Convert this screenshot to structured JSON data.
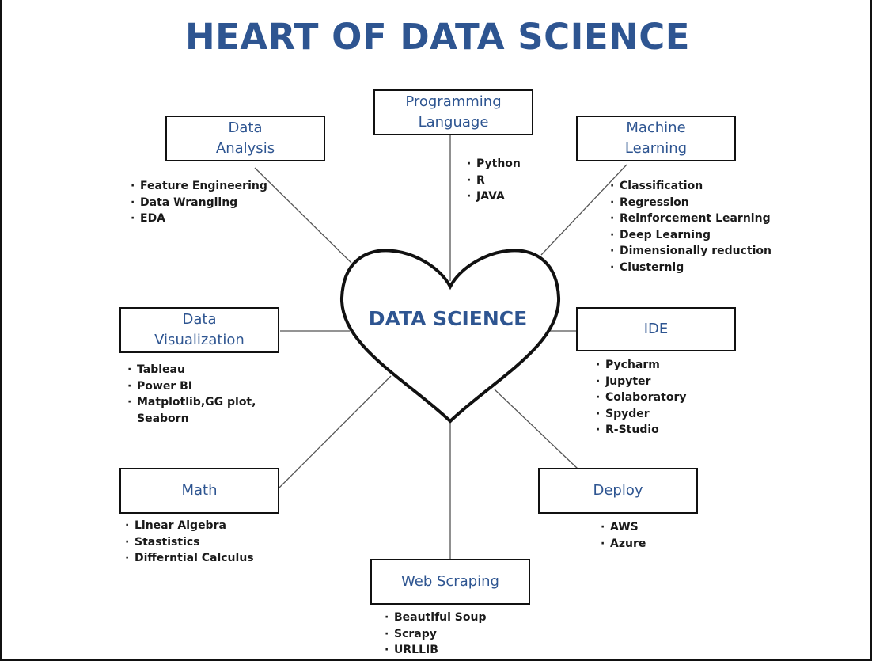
{
  "title": "HEART OF DATA SCIENCE",
  "center": "DATA SCIENCE",
  "nodes": {
    "programming": {
      "line1": "Programming",
      "line2": "Language",
      "items": [
        "Python",
        "R",
        "JAVA"
      ]
    },
    "analysis": {
      "line1": "Data",
      "line2": "Analysis",
      "items": [
        "Feature Engineering",
        "Data Wrangling",
        "EDA"
      ]
    },
    "ml": {
      "line1": "Machine",
      "line2": "Learning",
      "items": [
        "Classification",
        "Regression",
        "Reinforcement Learning",
        "Deep Learning",
        "Dimensionally reduction",
        "Clusternig"
      ]
    },
    "visualization": {
      "line1": "Data",
      "line2": "Visualization",
      "items": [
        "Tableau",
        "Power BI",
        "Matplotlib,GG plot,",
        "Seaborn"
      ]
    },
    "ide": {
      "label": "IDE",
      "items": [
        "Pycharm",
        "Jupyter",
        "Colaboratory",
        "Spyder",
        "R-Studio"
      ]
    },
    "math": {
      "label": "Math",
      "items": [
        "Linear Algebra",
        "Stastistics",
        "Differntial Calculus"
      ]
    },
    "deploy": {
      "label": "Deploy",
      "items": [
        "AWS",
        "Azure"
      ]
    },
    "scraping": {
      "label": "Web Scraping",
      "items": [
        "Beautiful Soup",
        "Scrapy",
        "URLLIB"
      ]
    }
  },
  "colors": {
    "title": "#2e5591",
    "box_text": "#2e5591",
    "lines": "#555555",
    "heart": "#111111"
  }
}
